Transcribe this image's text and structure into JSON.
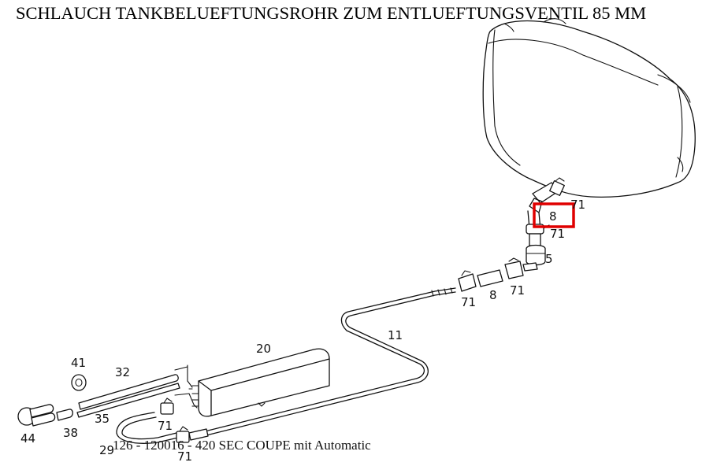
{
  "page_title": "SCHLAUCH TANKBELUEFTUNGSROHR ZUM ENTLUEFTUNGSVENTIL 85 MM",
  "caption": "126 - 120016 - 420 SEC COUPE mit Automatic",
  "highlight_color": "#e00000",
  "callouts": {
    "c71a": "71",
    "c8a": "8",
    "c71b": "71",
    "c5": "5",
    "c71c": "71",
    "c8b": "8",
    "c71d": "71",
    "c11": "11",
    "c20": "20",
    "c41": "41",
    "c32": "32",
    "c35": "35",
    "c44": "44",
    "c38": "38",
    "c71e": "71",
    "c29": "29",
    "c71f": "71"
  }
}
